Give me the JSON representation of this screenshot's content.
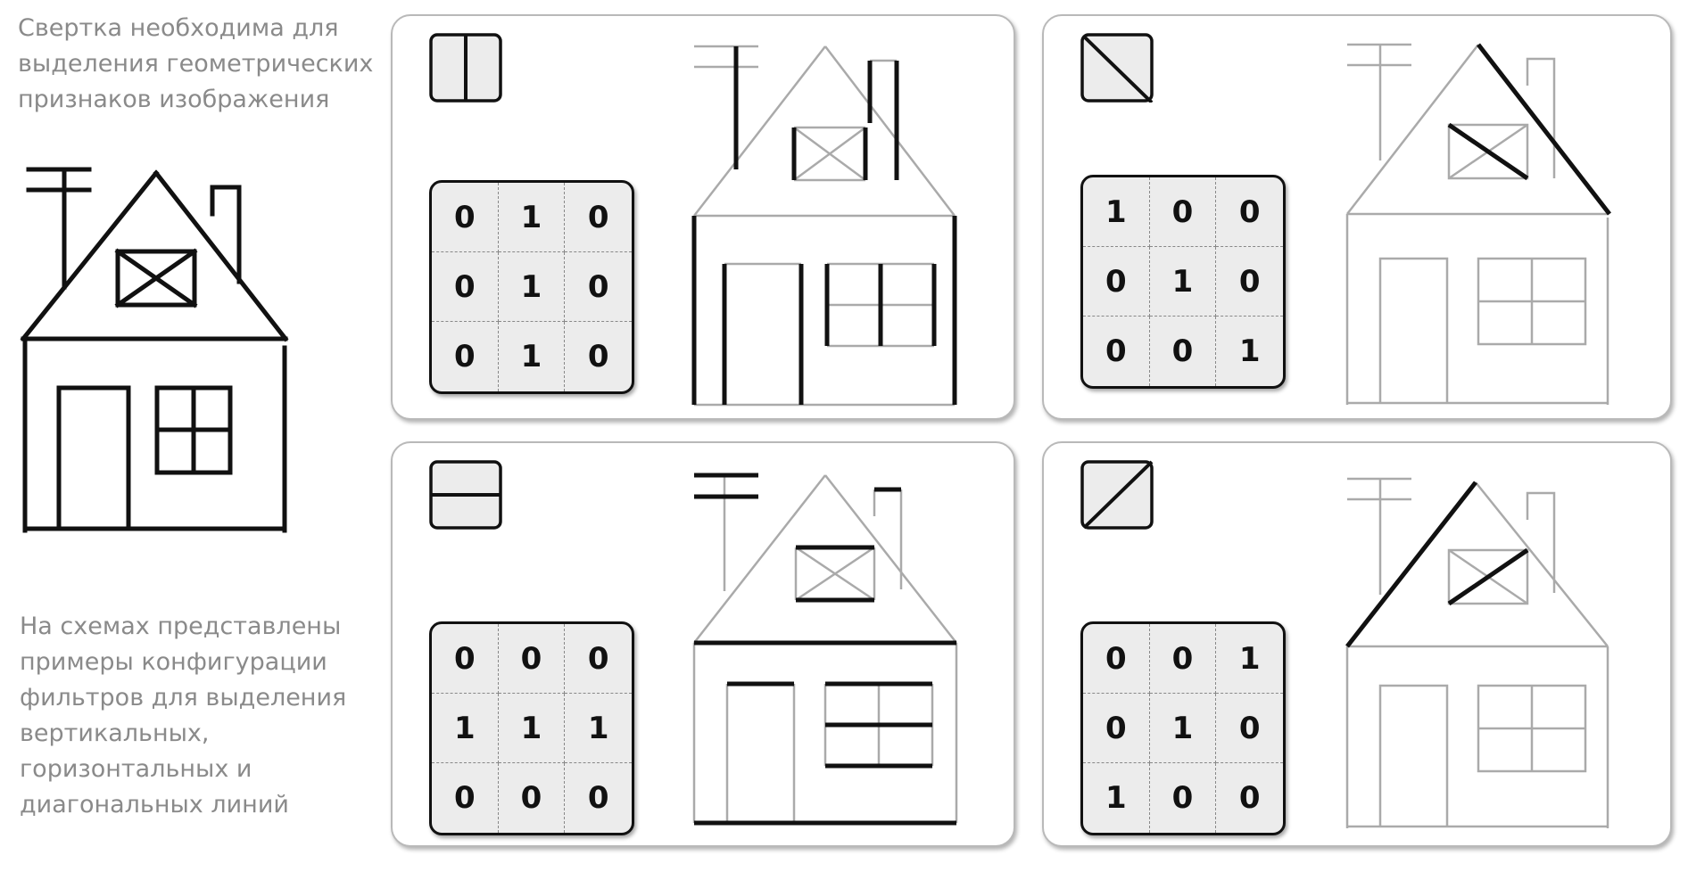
{
  "captions": {
    "top": "Свертка необходима для\nвыделения геометрических\nпризнаков изображения",
    "bottom": "На схемах представлены\nпримеры конфигурации\nфильтров для выделения\nвертикальных,\nгоризонтальных и\nдиагональных линий"
  },
  "panels": [
    {
      "id": "vertical",
      "icon": "vertical-line-filter-icon",
      "matrix": [
        [
          "0",
          "1",
          "0"
        ],
        [
          "0",
          "1",
          "0"
        ],
        [
          "0",
          "1",
          "0"
        ]
      ]
    },
    {
      "id": "diag-down",
      "icon": "diagonal-down-filter-icon",
      "matrix": [
        [
          "1",
          "0",
          "0"
        ],
        [
          "0",
          "1",
          "0"
        ],
        [
          "0",
          "0",
          "1"
        ]
      ]
    },
    {
      "id": "horizontal",
      "icon": "horizontal-line-filter-icon",
      "matrix": [
        [
          "0",
          "0",
          "0"
        ],
        [
          "1",
          "1",
          "1"
        ],
        [
          "0",
          "0",
          "0"
        ]
      ]
    },
    {
      "id": "diag-up",
      "icon": "diagonal-up-filter-icon",
      "matrix": [
        [
          "0",
          "0",
          "1"
        ],
        [
          "0",
          "1",
          "0"
        ],
        [
          "1",
          "0",
          "0"
        ]
      ]
    }
  ],
  "colors": {
    "caption": "#8a8a8a",
    "dark_line": "#111111",
    "faded_line": "#a9a9a9",
    "matrix_bg": "#ececec"
  }
}
